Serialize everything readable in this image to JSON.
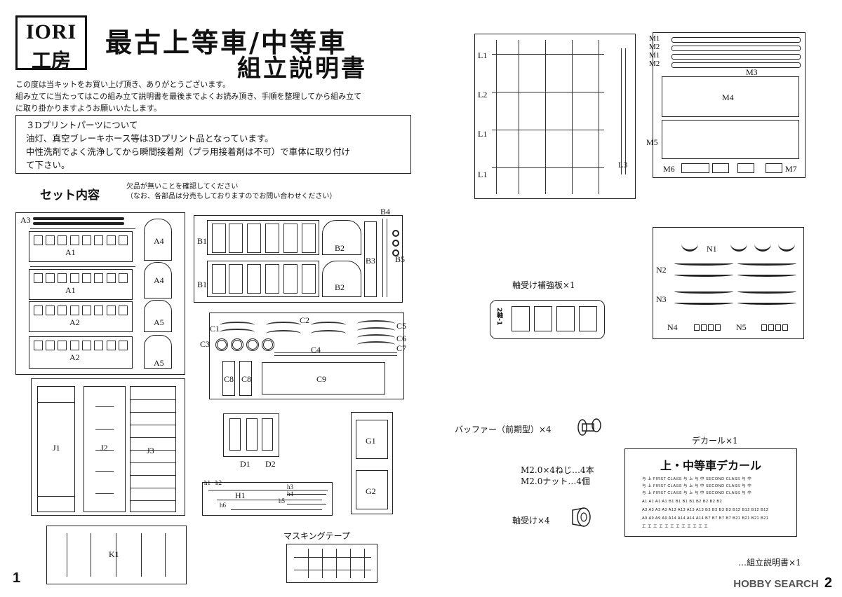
{
  "logo": {
    "top": "IORI",
    "bottom": "工房"
  },
  "title": {
    "line1": "最古上等車/中等車",
    "line2": "組立説明書"
  },
  "intro": [
    "この度は当キットをお買い上げ頂き、ありがとうございます。",
    "組み立てに当たってはこの組み立て説明書を最後までよくお読み頂き、手順を整理してから組み立て",
    "に取り掛かりますようお願いいたします。"
  ],
  "notice": [
    "３Dプリントパーツについて",
    "油灯、真空ブレーキホース等は3Dプリント品となっています。",
    "中性洗剤でよく洗浄してから瞬間接着剤（プラ用接着剤は不可）で車体に取り付け",
    "て下さい。"
  ],
  "set_contents": "セット内容",
  "check_text": [
    "欠品が無いことを確認してください",
    "（なお、各部品は分売もしておりますのでお問い合わせください）"
  ],
  "part_labels": {
    "A3": "A3",
    "A1": "A1",
    "A2": "A2",
    "A4": "A4",
    "A5": "A5",
    "B1": "B1",
    "B2": "B2",
    "B3": "B3",
    "B4": "B4",
    "B5": "B5",
    "C1": "C1",
    "C2": "C2",
    "C3": "C3",
    "C4": "C4",
    "C5": "C5",
    "C6": "C6",
    "C7": "C7",
    "C8": "C8",
    "C9": "C9",
    "J1": "J1",
    "J2": "J2",
    "J3": "J3",
    "D1": "D1",
    "D2": "D2",
    "G1": "G1",
    "G2": "G2",
    "H1": "H1",
    "h1": "h1",
    "h2": "h2",
    "h3": "h3",
    "h4": "h4",
    "h5": "h5",
    "h6": "h6",
    "K1": "K1",
    "L1": "L1",
    "L2": "L2",
    "L3": "L3",
    "M1": "M1",
    "M2": "M2",
    "M3": "M3",
    "M4": "M4",
    "M5": "M5",
    "M6": "M6",
    "M7": "M7",
    "N1": "N1",
    "N2": "N2",
    "N3": "N3",
    "N4": "N4",
    "N5": "N5"
  },
  "masking_tape": "マスキングテープ",
  "axle_plate": "軸受け補強板×1",
  "axle_plate_code": "2軸-1",
  "buffer": "バッファー（前期型）×4",
  "screws": [
    "M2.0×4ねじ…4本",
    "M2.0ナット…4個"
  ],
  "bearing": "軸受け×4",
  "decal_label": "デカール×1",
  "decal": {
    "title": "上・中等車デカール",
    "rows": [
      "与 上    FIRST CLASS    与 上       与 中    SECOND CLASS    与 中",
      "与 上    FIRST CLASS    与 上       与 中    SECOND CLASS    与 中",
      "与 上    FIRST CLASS    与 上       与 中    SECOND CLASS    与 中",
      "A1  A1  A1  A1    B1  B1  B1  B1    B2  B2  B2  B2",
      "A3  A3  A3  A3    A13  A13  A13  A13    B3  B3  B3  B3    B12  B12  B12  B12",
      "A9  A9  A9  A9    A14  A14  A14  A14    B7  B7  B7  B7    B21  B21  B21  B21",
      "工 工 工 工 工 工              工 工 工 工 工 工"
    ]
  },
  "manual": "…組立説明書×1",
  "page_left": "1",
  "page_right": "2",
  "watermark": "HOBBY SEARCH"
}
